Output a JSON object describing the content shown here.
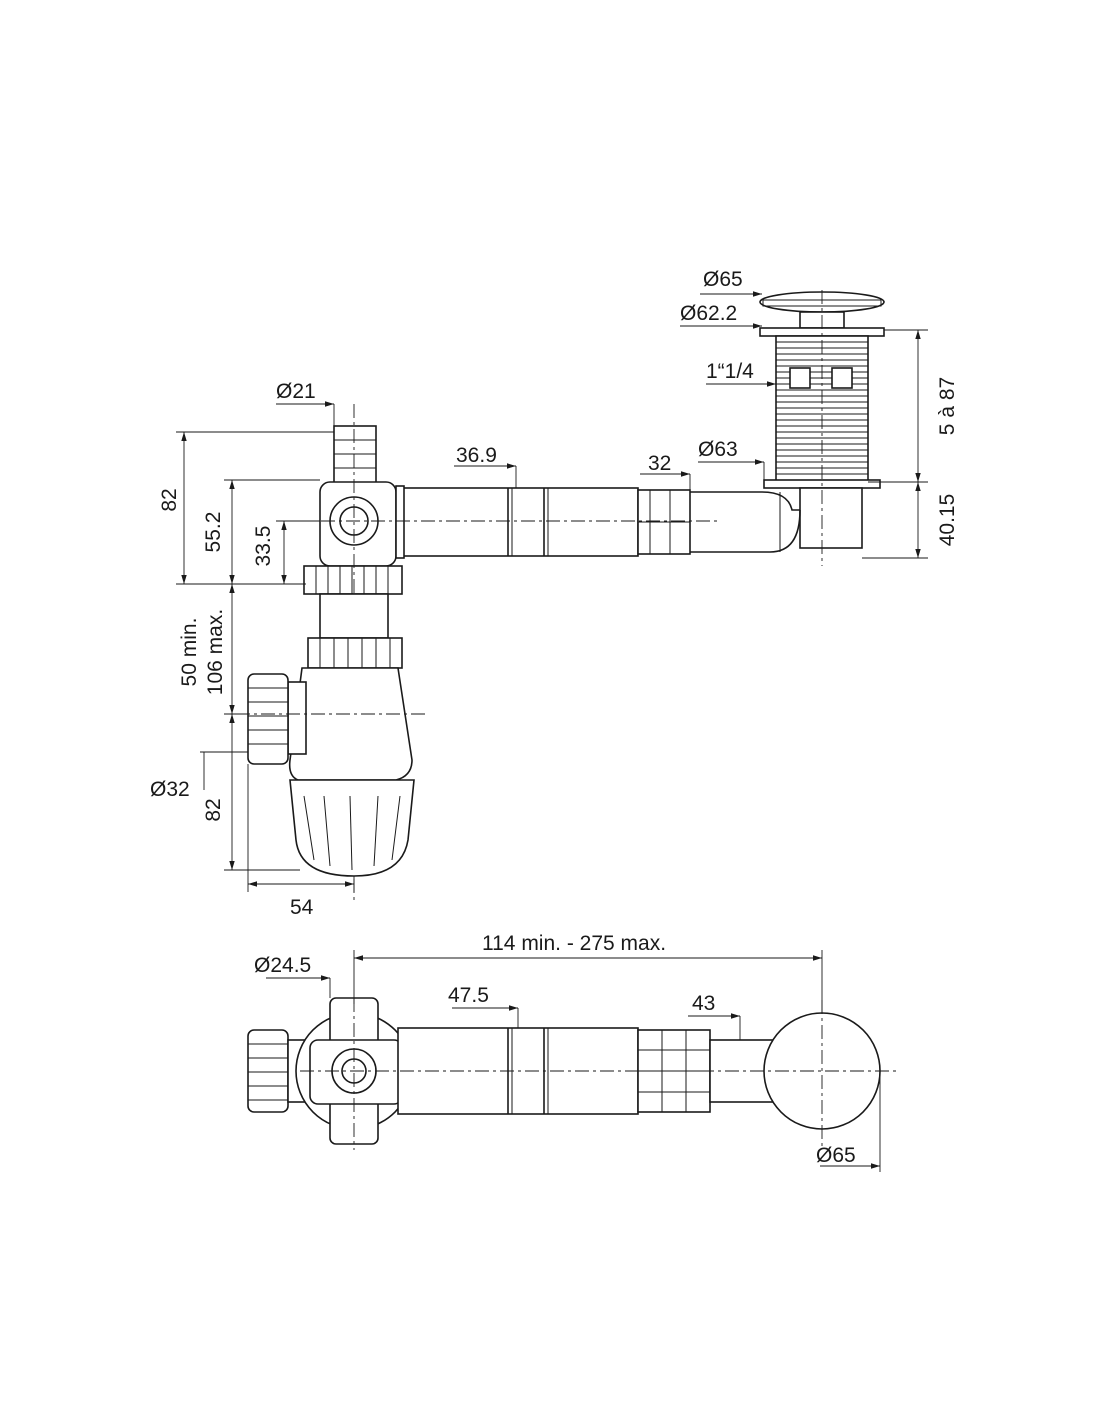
{
  "side_view": {
    "dim_top_diameter": "Ø65",
    "dim_flange_diameter": "Ø62.2",
    "dim_thread": "1“1/4",
    "dim_thickness_range": "5 à 87",
    "dim_inlet_diameter": "Ø21",
    "dim_tube_diameter": "36.9",
    "dim_tube_length_section": "32",
    "dim_waste_diameter": "Ø63",
    "dim_height_total": "82",
    "dim_height_mid": "55.2",
    "dim_height_axis": "33.5",
    "dim_waste_depth": "40.15",
    "dim_adjust_min": "50 min.",
    "dim_adjust_max": "106 max.",
    "dim_outlet_diameter": "Ø32",
    "dim_trap_height": "82",
    "dim_trap_width": "54"
  },
  "top_view": {
    "dim_overall_length": "114 min. - 275 max.",
    "dim_inlet_diameter": "Ø24.5",
    "dim_tube_diameter": "47.5",
    "dim_connector": "43",
    "dim_waste_diameter": "Ø65"
  }
}
